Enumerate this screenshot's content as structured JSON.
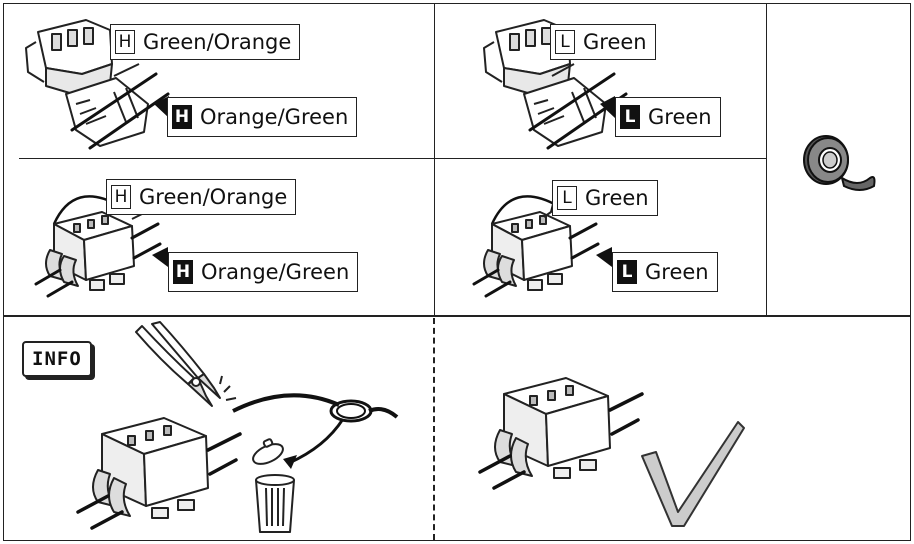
{
  "top_left": {
    "upper_label": {
      "letter": "H",
      "text": "Green/Orange"
    },
    "lower_label": {
      "letter": "H",
      "text": "Orange/Green"
    }
  },
  "top_mid": {
    "upper_label": {
      "letter": "L",
      "text": "Green"
    },
    "lower_label": {
      "letter": "L",
      "text": "Green"
    }
  },
  "mid_left": {
    "upper_label": {
      "letter": "H",
      "text": "Green/Orange"
    },
    "lower_label": {
      "letter": "H",
      "text": "Orange/Green"
    }
  },
  "mid_mid": {
    "upper_label": {
      "letter": "L",
      "text": "Green"
    },
    "lower_label": {
      "letter": "L",
      "text": "Green"
    }
  },
  "info_badge": "INFO",
  "icons": [
    "open-connector-icon",
    "closed-connector-icon",
    "tape-roll-icon",
    "wire-cutter-icon",
    "trash-bin-icon",
    "checkmark-icon"
  ]
}
